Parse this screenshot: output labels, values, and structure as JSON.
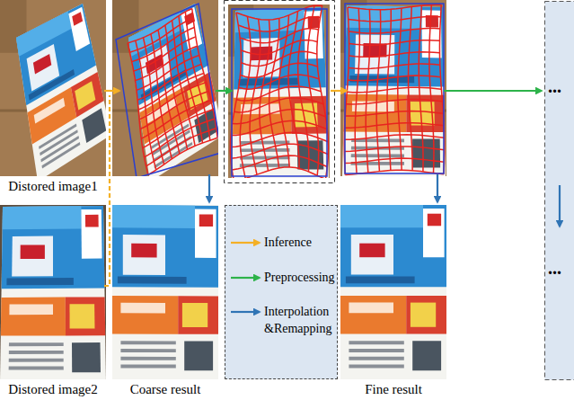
{
  "diagram": {
    "nodes": [
      {
        "text": [
          "Distored image1"
        ]
      },
      {
        "text": [
          "Distored image2"
        ]
      },
      {
        "text": [
          "Coarse result"
        ]
      },
      {
        "text": [
          "Fine result"
        ]
      }
    ],
    "labels": [
      "...",
      "..."
    ],
    "legend": [
      {
        "text": "Inference"
      },
      {
        "text": "Preprocessing"
      },
      {
        "text": "Interpolation &Remapping"
      }
    ]
  }
}
